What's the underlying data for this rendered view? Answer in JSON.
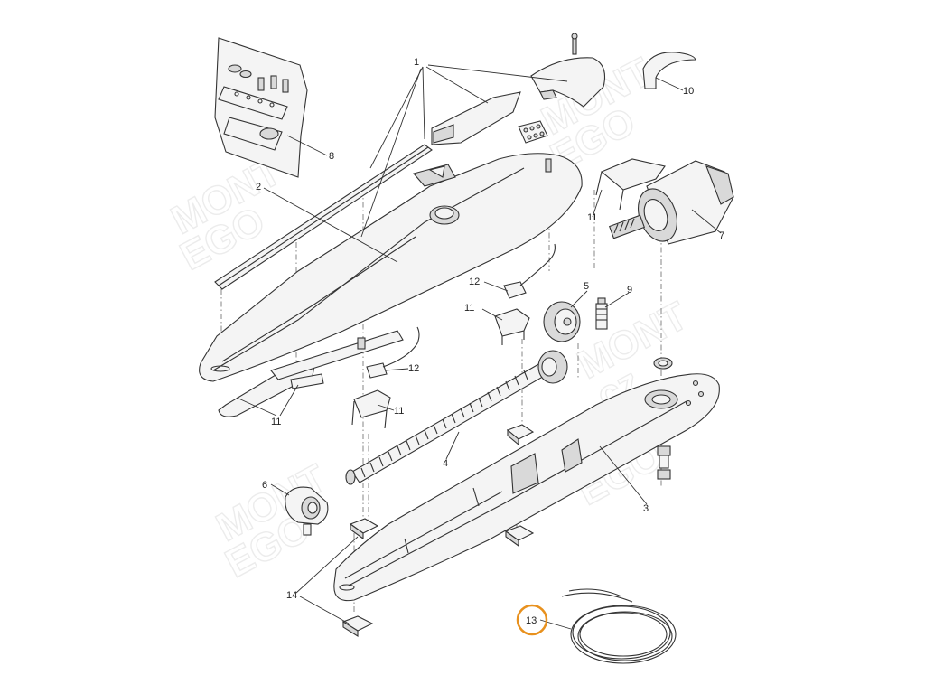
{
  "colors": {
    "background": "#ffffff",
    "line": "#333333",
    "highlight": "#e8911e",
    "watermark": "#ececec"
  },
  "watermark": {
    "text_a": "MONT",
    "text_b": "EGO",
    "text_c": ".cz"
  },
  "callouts": [
    {
      "id": "c1",
      "label": "1"
    },
    {
      "id": "c2",
      "label": "2"
    },
    {
      "id": "c3",
      "label": "3"
    },
    {
      "id": "c4",
      "label": "4"
    },
    {
      "id": "c5",
      "label": "5"
    },
    {
      "id": "c6",
      "label": "6"
    },
    {
      "id": "c7",
      "label": "7"
    },
    {
      "id": "c8",
      "label": "8"
    },
    {
      "id": "c9",
      "label": "9"
    },
    {
      "id": "c10",
      "label": "10"
    },
    {
      "id": "c11a",
      "label": "11"
    },
    {
      "id": "c11b",
      "label": "11"
    },
    {
      "id": "c11c",
      "label": "11"
    },
    {
      "id": "c11d",
      "label": "11"
    },
    {
      "id": "c12a",
      "label": "12"
    },
    {
      "id": "c12b",
      "label": "12"
    },
    {
      "id": "c13",
      "label": "13",
      "highlighted": true
    },
    {
      "id": "c14",
      "label": "14"
    }
  ]
}
